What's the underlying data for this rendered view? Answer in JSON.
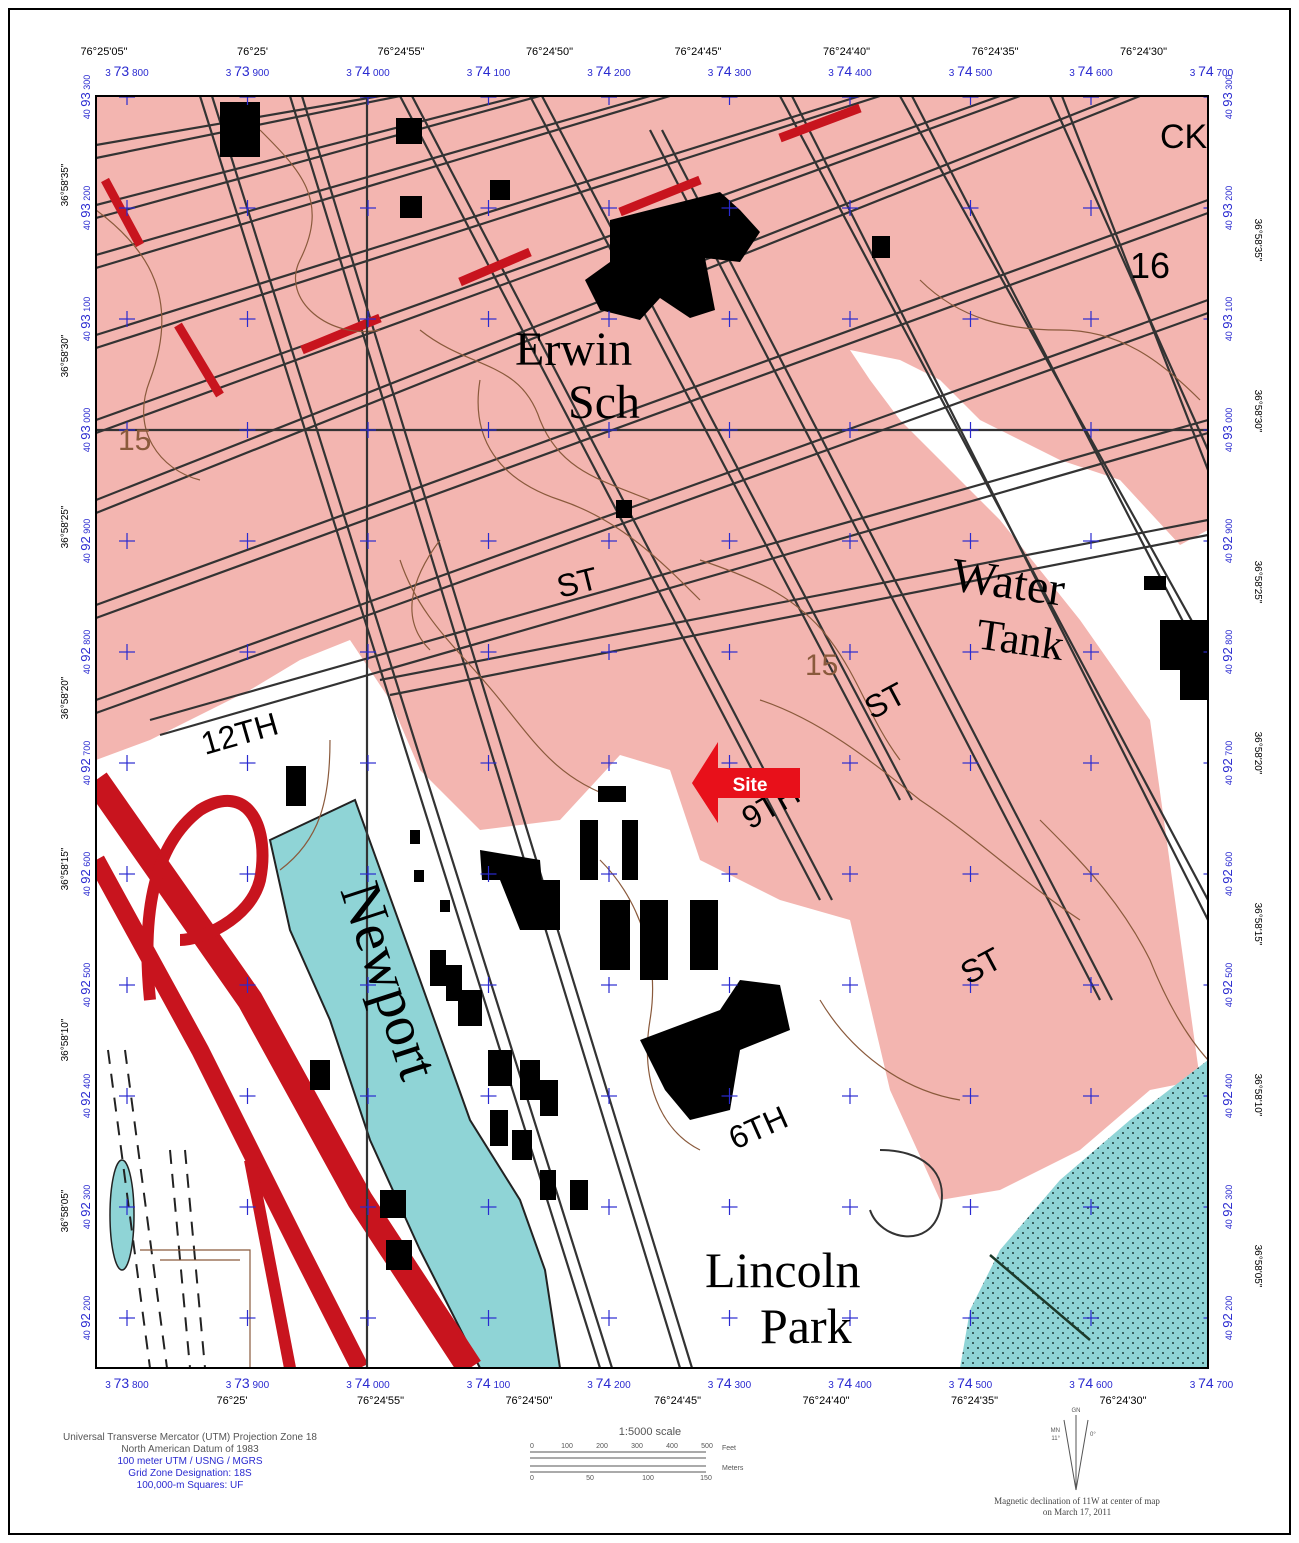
{
  "top_geo_labels": [
    "76°25'05\"",
    "76°25'",
    "76°24'55\"",
    "76°24'50\"",
    "76°24'45\"",
    "76°24'40\"",
    "76°24'35\"",
    "76°24'30\""
  ],
  "bottom_geo_labels": [
    "76°25'",
    "76°24'55\"",
    "76°24'50\"",
    "76°24'45\"",
    "76°24'40\"",
    "76°24'35\"",
    "76°24'30\""
  ],
  "easting_labels_top": [
    "3 73 800",
    "3 73 900",
    "3 74 000",
    "3 74 100",
    "3 74 200",
    "3 74 300",
    "3 74 400",
    "3 74 500",
    "3 74 600",
    "3 74 700"
  ],
  "easting_labels_bottom": [
    "3 73 800",
    "3 73 900",
    "3 74 000",
    "3 74 100",
    "3 74 200",
    "3 74 300",
    "3 74 400",
    "3 74 500",
    "3 74 600",
    "3 74 700"
  ],
  "northing_labels": [
    "40 93 300",
    "40 93 200",
    "40 93 100",
    "40 93 000",
    "40 92 900",
    "40 92 800",
    "40 92 700",
    "40 92 600",
    "40 92 500",
    "40 92 400",
    "40 92 300",
    "40 92 200"
  ],
  "lat_labels_left": [
    "36°58'35\"",
    "36°58'30\"",
    "36°58'25\"",
    "36°58'20\"",
    "36°58'15\"",
    "36°58'10\"",
    "36°58'05\""
  ],
  "lat_labels_right": [
    "36°58'35\"",
    "36°58'30\"",
    "36°58'25\"",
    "36°58'20\"",
    "36°58'15\"",
    "36°58'10\"",
    "36°58'05\""
  ],
  "map_labels": {
    "erwin": "Erwin",
    "sch": "Sch",
    "water": "Water",
    "tank": "Tank",
    "st1": "ST",
    "st2": "ST",
    "st3": "ST",
    "twelfth": "12TH",
    "ninth": "9TH",
    "sixth": "6TH",
    "newport": "Newport",
    "lincoln": "Lincoln",
    "park": "Park",
    "sixteen": "16",
    "ck": "CK",
    "contour_15a": "15",
    "contour_15b": "15"
  },
  "site_marker": {
    "label": "Site",
    "color": "#e8101a"
  },
  "colors": {
    "urban": "#f3b5b0",
    "water_blue": "#8fd4d6",
    "road_red": "#c8141e",
    "grid_blue": "#2a2ad0"
  },
  "footer": {
    "line1": "Universal Transverse Mercator (UTM) Projection Zone 18",
    "line2": "North American Datum of 1983",
    "line3": "100 meter UTM / USNG / MGRS",
    "line4": "Grid Zone Designation: 18S",
    "line5": "100,000-m Squares: UF"
  },
  "scale": {
    "title": "1:5000 scale",
    "feet_ticks": [
      "0",
      "100",
      "200",
      "300",
      "400",
      "500"
    ],
    "feet_unit": "Feet",
    "meter_ticks": [
      "0",
      "50",
      "100",
      "150"
    ],
    "meter_unit": "Meters"
  },
  "declination": {
    "line1": "Magnetic declination of 11W at center of map",
    "line2": "on March 17, 2011",
    "gn": "GN",
    "mn": "MN",
    "mn_angle": "11°",
    "gn_angle": "0°"
  }
}
